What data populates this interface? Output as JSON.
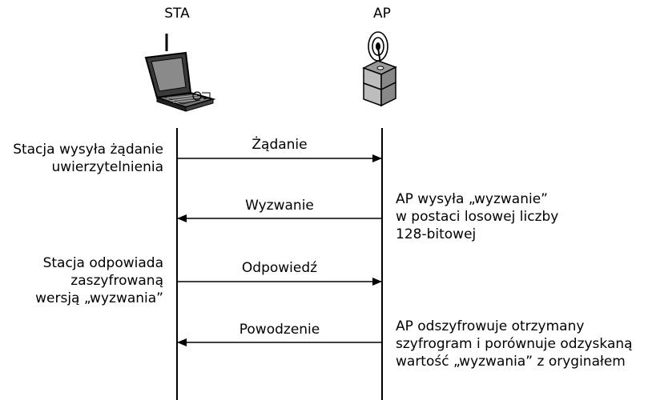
{
  "actors": {
    "sta": "STA",
    "ap": "AP"
  },
  "messages": {
    "request": "Żądanie",
    "challenge": "Wyzwanie",
    "response": "Odpowiedź",
    "success": "Powodzenie"
  },
  "notes": {
    "sta_request": [
      "Stacja wysyła żądanie",
      "uwierzytelnienia"
    ],
    "ap_challenge": [
      "AP wysyła „wyzwanie”",
      "w postaci losowej liczby",
      "128-bitowej"
    ],
    "sta_response": [
      "Stacja odpowiada",
      "zaszyfrowaną",
      "wersją „wyzwania”"
    ],
    "ap_verify": [
      "AP odszyfrowuje otrzymany",
      "szyfrogram i porównuje odzyskaną",
      "wartość „wyzwania” z oryginałem"
    ]
  }
}
